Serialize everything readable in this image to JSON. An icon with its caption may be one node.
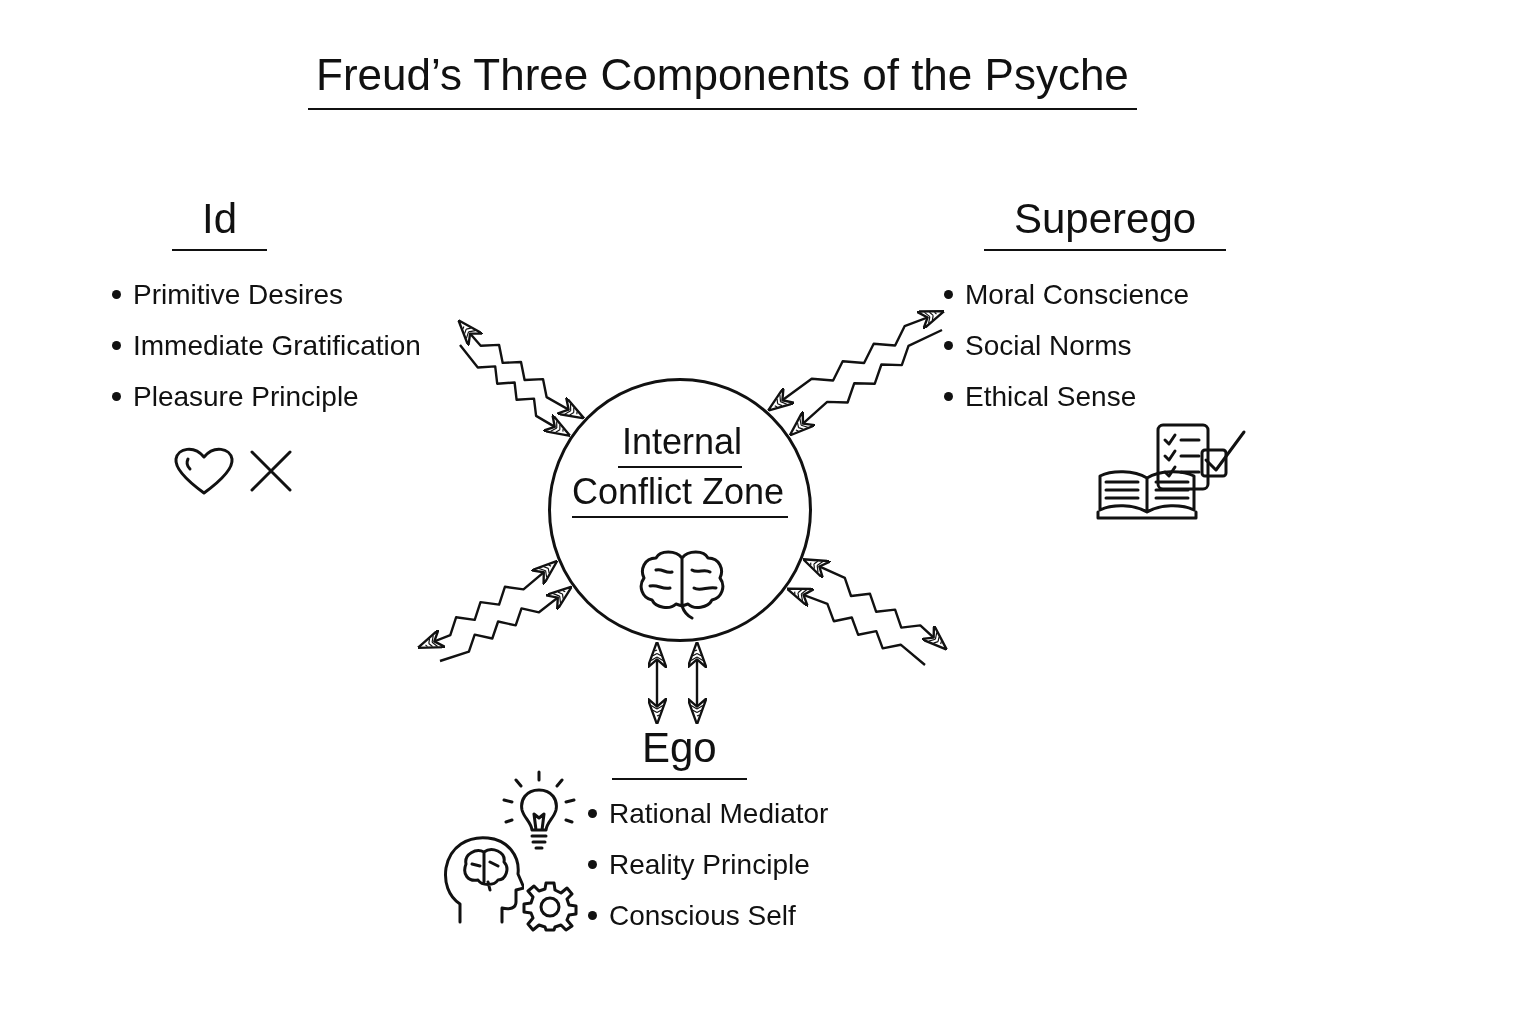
{
  "diagram": {
    "title": "Freud’s Three Components of the Psyche",
    "nodes": [
      {
        "text": [
          "Id",
          "Primitive Desires",
          "Immediate Gratification",
          "Pleasure Principle"
        ]
      },
      {
        "text": [
          "Superego",
          "Moral Conscience",
          "Social Norms",
          "Ethical Sense"
        ]
      },
      {
        "text": [
          "Internal Conflict Zone"
        ]
      },
      {
        "text": [
          "Ego",
          "Rational Mediator",
          "Reality Principle",
          "Conscious Self"
        ]
      }
    ],
    "edges": [
      {
        "from": 0,
        "to": 2,
        "arrow": "both"
      },
      {
        "from": 0,
        "to": 2,
        "arrow": "to"
      },
      {
        "from": 1,
        "to": 2,
        "arrow": "both"
      },
      {
        "from": 1,
        "to": 2,
        "arrow": "to"
      },
      {
        "from": null,
        "to": 2,
        "arrow": "both"
      },
      {
        "from": null,
        "to": 2,
        "arrow": "to"
      },
      {
        "from": null,
        "to": 2,
        "arrow": "both"
      },
      {
        "from": null,
        "to": 2,
        "arrow": "to"
      },
      {
        "from": 2,
        "to": 3,
        "arrow": "both"
      },
      {
        "from": 2,
        "to": 3,
        "arrow": "both"
      }
    ]
  }
}
